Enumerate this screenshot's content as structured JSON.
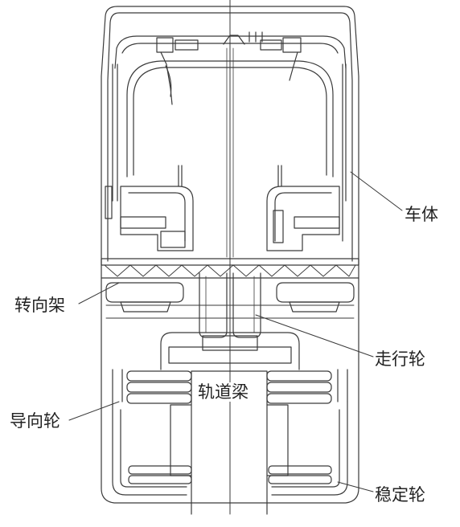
{
  "diagram": {
    "labels": {
      "car_body": "车体",
      "bogie": "转向架",
      "running_wheel": "走行轮",
      "track_beam": "轨道梁",
      "guide_wheel": "导向轮",
      "stabilizing_wheel": "稳定轮"
    },
    "colors": {
      "line": "#3a3a3a",
      "background": "#ffffff",
      "text": "#222222"
    }
  }
}
